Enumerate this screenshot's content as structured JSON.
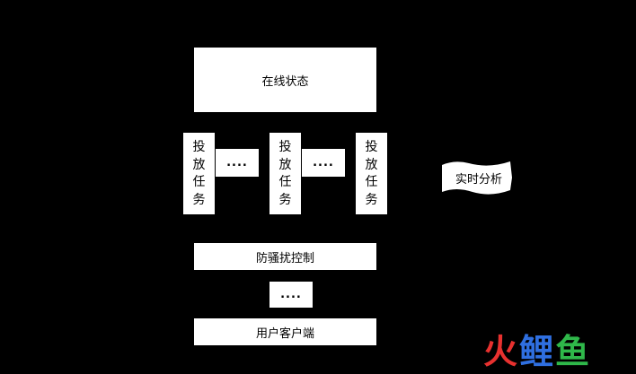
{
  "diagram": {
    "online_status": "在线状态",
    "tasks": [
      {
        "chars": [
          "投",
          "放",
          "任",
          "务"
        ]
      },
      {
        "chars": [
          "投",
          "放",
          "任",
          "务"
        ]
      },
      {
        "chars": [
          "投",
          "放",
          "任",
          "务"
        ]
      }
    ],
    "ellipsis_1": "....",
    "ellipsis_2": "....",
    "ellipsis_3": "....",
    "anti_harassment": "防骚扰控制",
    "user_client": "用户客户端",
    "realtime_analysis": "实时分析"
  },
  "watermark": {
    "chars": [
      "火",
      "鲤",
      "鱼"
    ],
    "colors": [
      "#e8312f",
      "#2f6fe0",
      "#2fb84a"
    ]
  }
}
